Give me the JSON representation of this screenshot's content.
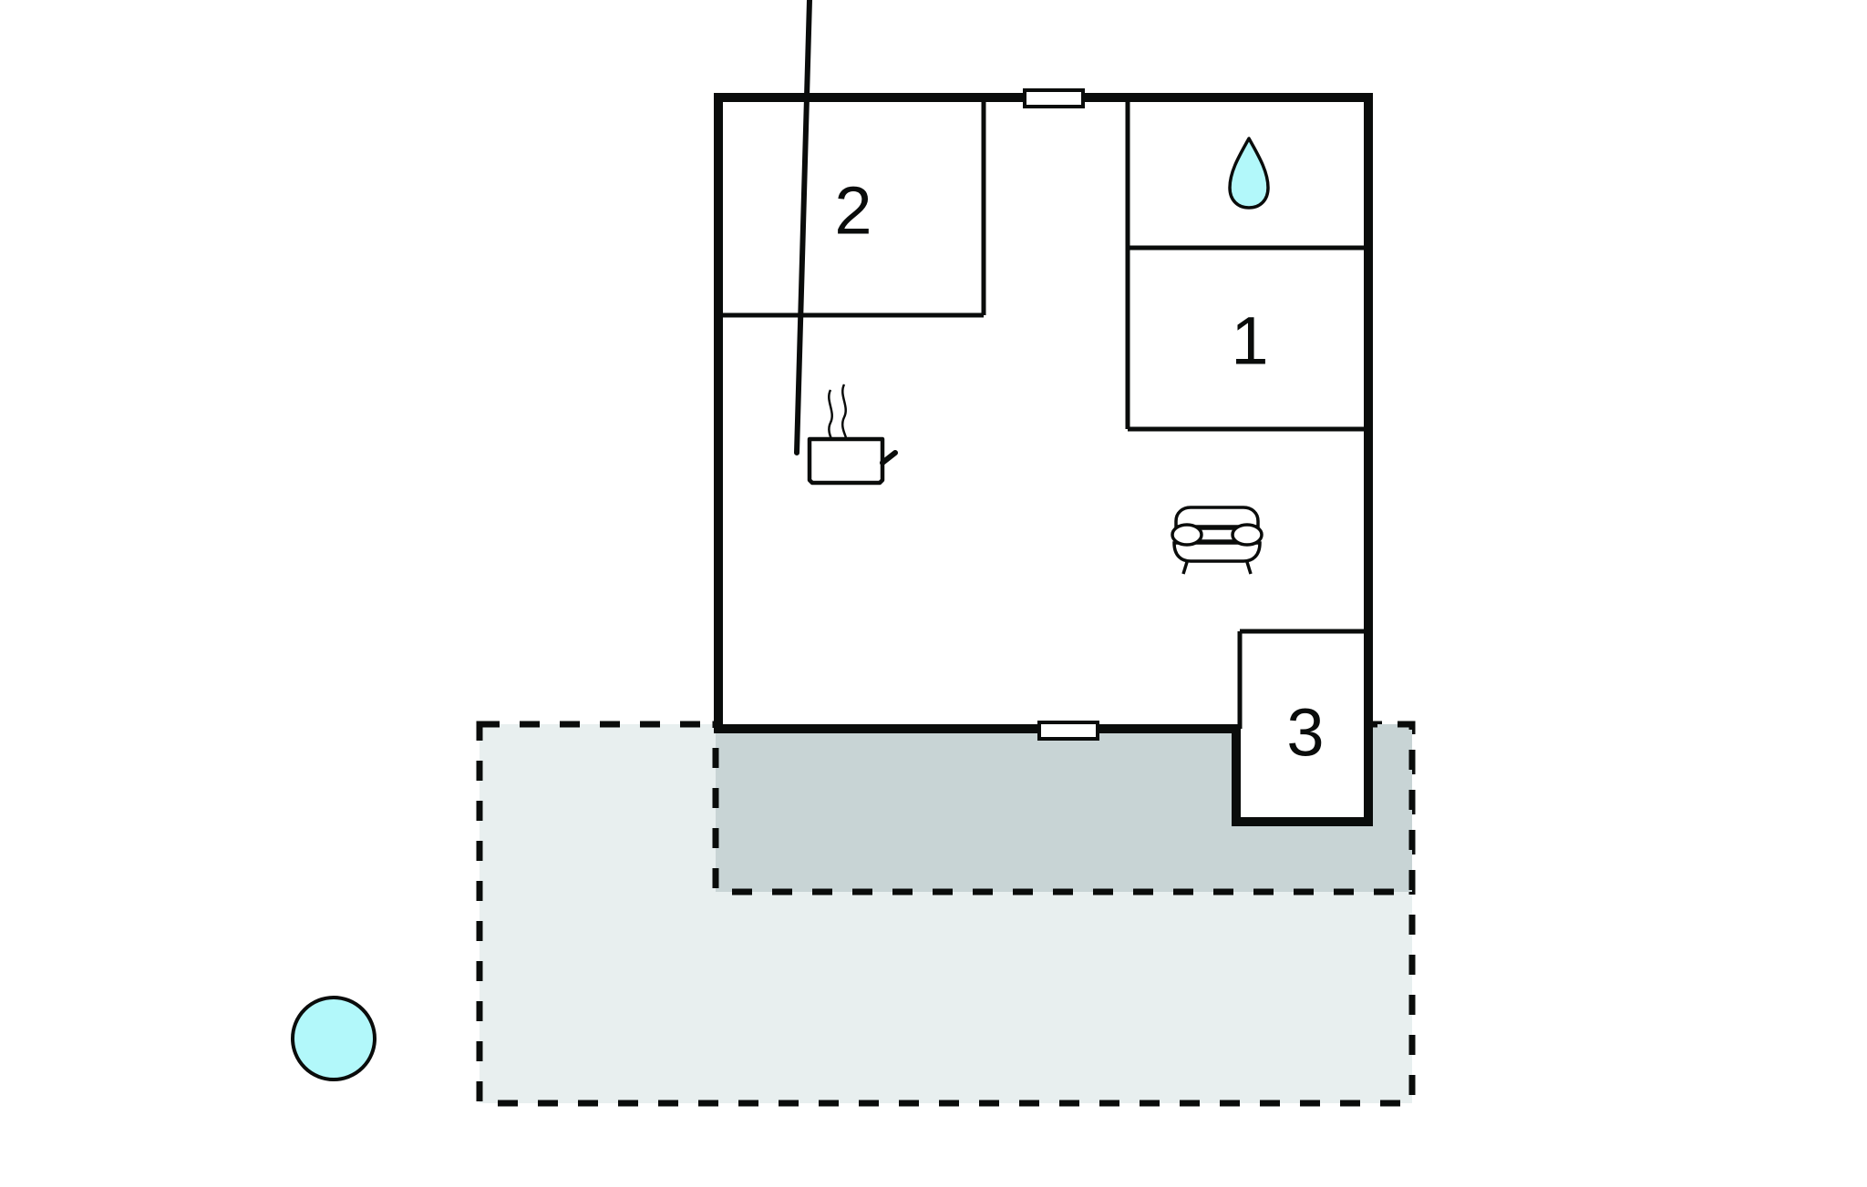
{
  "diagram": {
    "type": "floor-plan",
    "colors": {
      "wall": "#0a0c0b",
      "background": "#ffffff",
      "terrace_light": "#e8efef",
      "terrace_covered": "#c8d4d5",
      "water": "#b2f8fa"
    },
    "rooms": [
      {
        "id": "bedroom-2",
        "label": "2"
      },
      {
        "id": "bedroom-1",
        "label": "1"
      },
      {
        "id": "bedroom-3",
        "label": "3"
      },
      {
        "id": "bathroom",
        "label": "",
        "icon": "water-drop-icon"
      },
      {
        "id": "kitchen-living",
        "label": "",
        "icons": [
          "cooking-pot-icon",
          "armchair-icon"
        ]
      }
    ],
    "outdoor": [
      {
        "id": "terrace",
        "style": "dashed",
        "label": ""
      },
      {
        "id": "covered-terrace",
        "style": "dashed",
        "label": ""
      },
      {
        "id": "pool",
        "shape": "circle",
        "label": ""
      }
    ],
    "doors": [
      {
        "id": "north-door",
        "wall": "top"
      },
      {
        "id": "south-door",
        "wall": "bottom"
      }
    ]
  }
}
